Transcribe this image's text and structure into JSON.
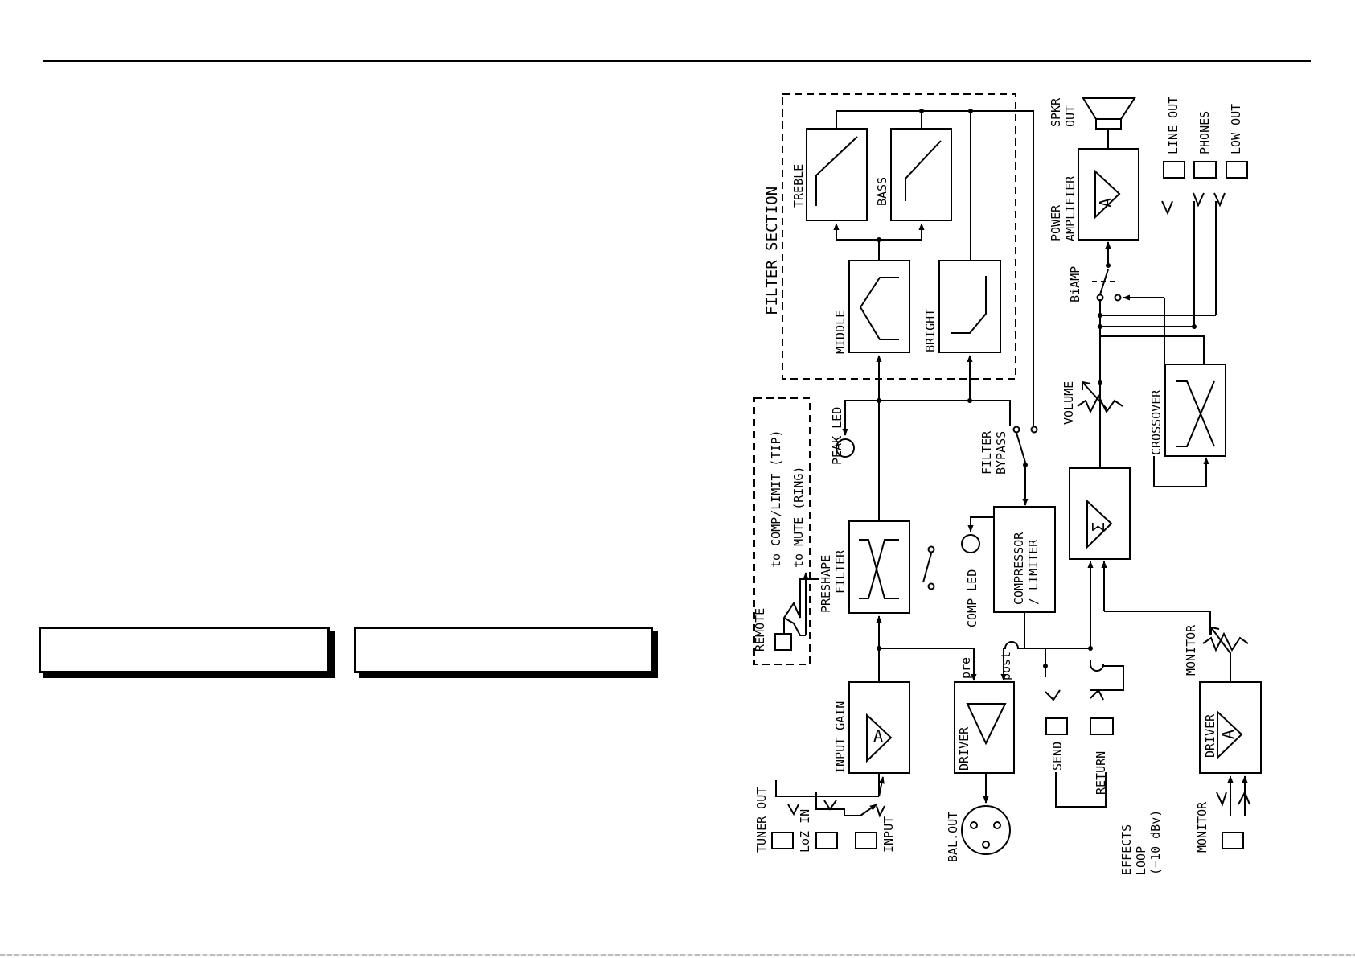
{
  "diagram": {
    "filter_section": "FILTER SECTION",
    "blocks": {
      "treble": "TREBLE",
      "bass": "BASS",
      "middle": "MIDDLE",
      "bright": "BRIGHT",
      "preshape": [
        "PRESHAPE",
        "FILTER"
      ],
      "input_gain": "INPUT GAIN",
      "driver_bal": "DRIVER",
      "compressor": [
        "COMPRESSOR",
        "/ LIMITER"
      ],
      "crossover": "CROSSOVER",
      "power_amp": [
        "POWER",
        "AMPLIFIER"
      ],
      "driver_monitor": "DRIVER",
      "amp_symbol": "A",
      "sum_symbol": "Σ"
    },
    "labels": {
      "peak_led": "PEAK LED",
      "filter_bypass": [
        "FILTER",
        "BYPASS"
      ],
      "comp_led": "COMP LED",
      "volume": "VOLUME",
      "biamp": "BiAMP",
      "monitor_pot": "MONITOR",
      "spkr_out": [
        "SPKR",
        "OUT"
      ],
      "line_out": "LINE OUT",
      "phones": "PHONES",
      "low_out": "LOW OUT",
      "remote": "REMOTE",
      "remote_tip": "to COMP/LIMIT (TIP)",
      "remote_ring": "to MUTE (RING)",
      "tuner_out": "TUNER OUT",
      "loz_in": "LoZ IN",
      "input": "INPUT",
      "bal_out": "BAL.OUT",
      "pre": "pre",
      "post": "post",
      "send": "SEND",
      "return": "RETURN",
      "effects_loop": [
        "EFFECTS",
        "LOOP",
        "(−10 dBv)"
      ],
      "monitor_jack": "MONITOR"
    }
  }
}
